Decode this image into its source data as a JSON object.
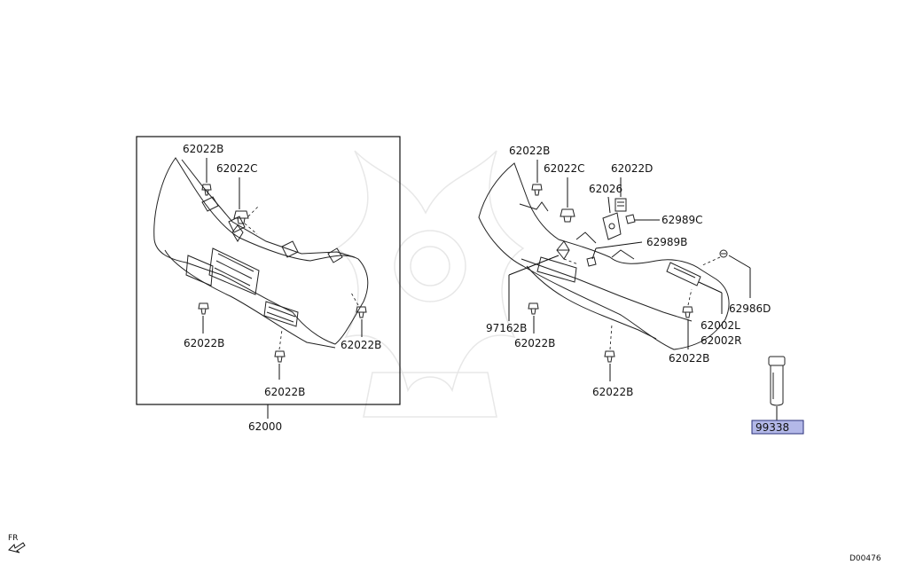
{
  "diagram_code": "D00476",
  "direction_label": "FR",
  "callouts": {
    "left_top_clip": "62022B",
    "left_clip_c": "62022C",
    "left_mid_clip": "62022B",
    "left_right_clip": "62022B",
    "left_bottom_clip": "62022B",
    "assembly": "62000",
    "right_top_clip": "62022B",
    "right_clip_c": "62022C",
    "right_clip_d": "62022D",
    "bracket": "62026",
    "fastener_c": "62989C",
    "fastener_b": "62989B",
    "emblem": "97162B",
    "right_lower_clip_1": "62022B",
    "right_lower_clip_2": "62022B",
    "right_side_clip": "62022B",
    "extension_l": "62002L",
    "extension_r": "62002R",
    "screw": "62986D",
    "touchup_paint": "99338"
  },
  "colors": {
    "highlight_fill": "#b3b8e8",
    "line": "#222222"
  }
}
